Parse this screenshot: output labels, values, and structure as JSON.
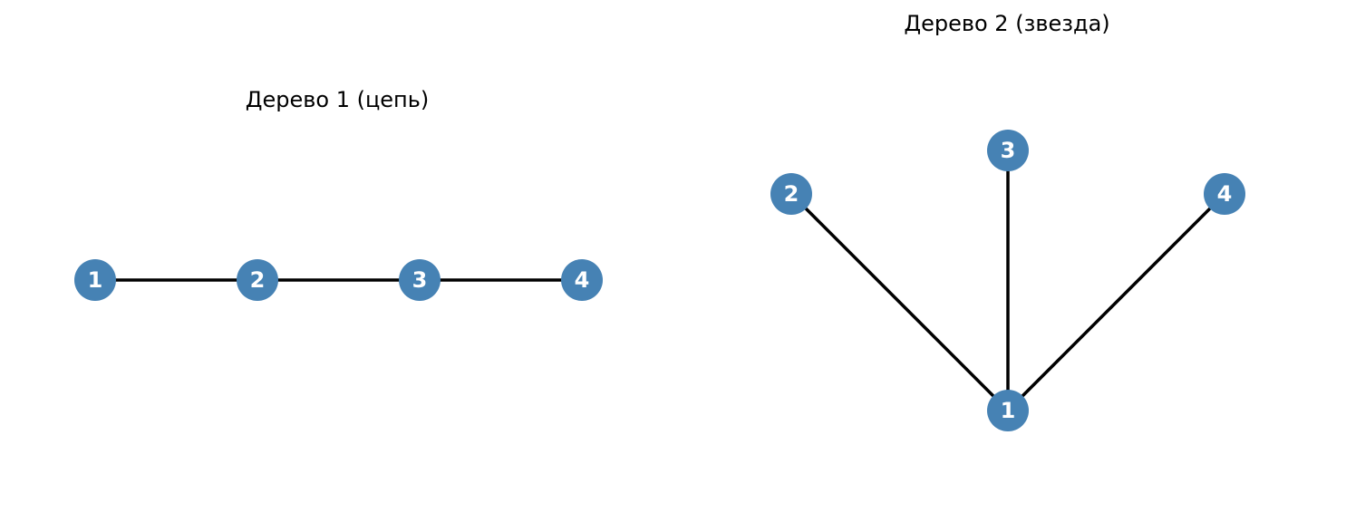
{
  "style": {
    "node_color": "#4682b4",
    "edge_color": "#000000",
    "label_color": "#ffffff",
    "background": "#ffffff"
  },
  "trees": [
    {
      "title": "Дерево 1 (цепь)",
      "nodes": [
        "1",
        "2",
        "3",
        "4"
      ],
      "edges": [
        [
          "1",
          "2"
        ],
        [
          "2",
          "3"
        ],
        [
          "3",
          "4"
        ]
      ]
    },
    {
      "title": "Дерево 2 (звезда)",
      "nodes": [
        "1",
        "2",
        "3",
        "4"
      ],
      "edges": [
        [
          "1",
          "2"
        ],
        [
          "1",
          "3"
        ],
        [
          "1",
          "4"
        ]
      ]
    }
  ]
}
